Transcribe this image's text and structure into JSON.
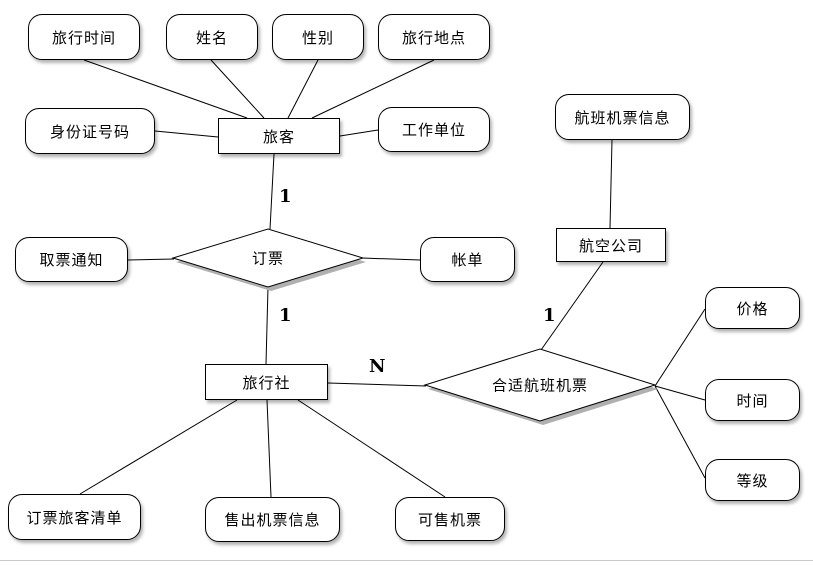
{
  "diagram": {
    "entities": {
      "traveler": {
        "label": "旅客"
      },
      "airline": {
        "label": "航空公司"
      },
      "agency": {
        "label": "旅行社"
      }
    },
    "relationships": {
      "booking": {
        "label": "订票"
      },
      "suitable_flight": {
        "label": "合适航班机票"
      }
    },
    "attributes": {
      "travel_time": {
        "label": "旅行时间"
      },
      "name": {
        "label": "姓名"
      },
      "gender": {
        "label": "性别"
      },
      "travel_place": {
        "label": "旅行地点"
      },
      "id_number": {
        "label": "身份证号码"
      },
      "work_unit": {
        "label": "工作单位"
      },
      "flight_ticket_info": {
        "label": "航班机票信息"
      },
      "pickup_notice": {
        "label": "取票通知"
      },
      "bill": {
        "label": "帐单"
      },
      "price": {
        "label": "价格"
      },
      "time": {
        "label": "时间"
      },
      "grade": {
        "label": "等级"
      },
      "booking_passenger_list": {
        "label": "订票旅客清单"
      },
      "sold_ticket_info": {
        "label": "售出机票信息"
      },
      "sellable_tickets": {
        "label": "可售机票"
      }
    },
    "cardinalities": {
      "traveler_booking": "1",
      "booking_agency": "1",
      "agency_flight": "N",
      "airline_flight": "1"
    },
    "colors": {
      "line": "#000000",
      "shape_fill": "#ffffff",
      "shadow": "#b0b0b0"
    }
  }
}
